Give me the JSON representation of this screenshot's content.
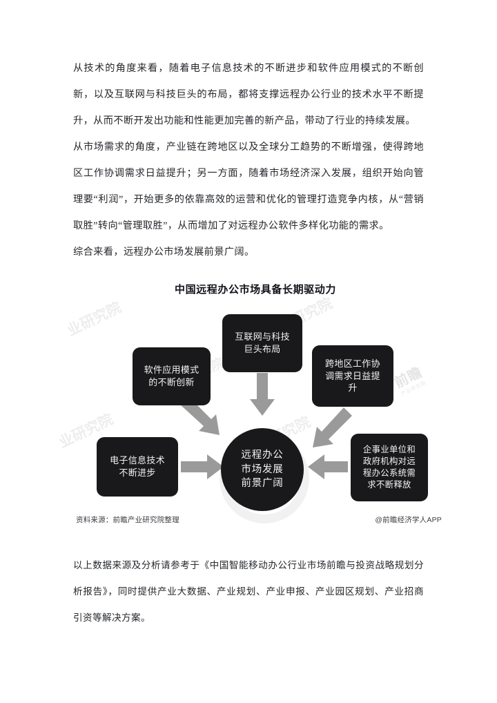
{
  "document": {
    "paragraphs_top": [
      "从技术的角度来看，随着电子信息技术的不断进步和软件应用模式的不断创新，以及互联网与科技巨头的布局，都将支撑远程办公行业的技术水平不断提升，从而不断开发出功能和性能更加完善的新产品，带动了行业的持续发展。",
      "从市场需求的角度，产业链在跨地区以及全球分工趋势的不断增强，使得跨地区工作协调需求日益提升；另一方面，随着市场经济深入发展，组织开始向管理要“利润”，开始更多的依靠高效的运营和优化的管理打造竞争内核，从“营销取胜”转向“管理取胜”，从而增加了对远程办公软件多样化功能的需求。",
      "综合来看，远程办公市场发展前景广阔。"
    ],
    "paragraphs_bottom": [
      "以上数据来源及分析请参考于《中国智能移动办公行业市场前瞻与投资战略规划分析报告》，同时提供产业大数据、产业规划、产业申报、产业园区规划、产业招商引资等解决方案。"
    ]
  },
  "figure": {
    "title": "中国远程办公市场具备长期驱动力",
    "source_label": "资料来源：前瞻产业研究院整理",
    "credit_label": "@前瞻经济学人APP",
    "hub": {
      "label": "远程办公市场发展前景广阔",
      "lines": [
        "远程办公",
        "市场发展",
        "前景广阔"
      ]
    },
    "nodes": [
      {
        "id": "top-center",
        "label": "互联网与科技巨头布局",
        "lines": [
          "互联网与科技",
          "巨头布局"
        ]
      },
      {
        "id": "left-upper",
        "label": "软件应用模式的不断创新",
        "lines": [
          "软件应用模式",
          "的不断创新"
        ]
      },
      {
        "id": "right-upper",
        "label": "跨地区工作协调需求日益提升",
        "lines": [
          "跨地区工作协",
          "调需求日益提",
          "升"
        ]
      },
      {
        "id": "left-lower",
        "label": "电子信息技术不断进步",
        "lines": [
          "电子信息技术",
          "不断进步"
        ]
      },
      {
        "id": "right-lower",
        "label": "企事业单位和政府机构对远程办公系统需求不断释放",
        "lines": [
          "企事业单位和",
          "政府机构对远",
          "程办公系统需",
          "求不断释放"
        ]
      }
    ],
    "watermarks": {
      "tile_text": "业研究院",
      "brand_mark": "前瞻",
      "brand_sub": "产业研究院"
    },
    "colors": {
      "node_fill": "#19191b",
      "node_text": "#f2f2f2",
      "arrow": "#9a9a9a",
      "page_background": "#ffffff",
      "body_text": "#25282c"
    }
  }
}
